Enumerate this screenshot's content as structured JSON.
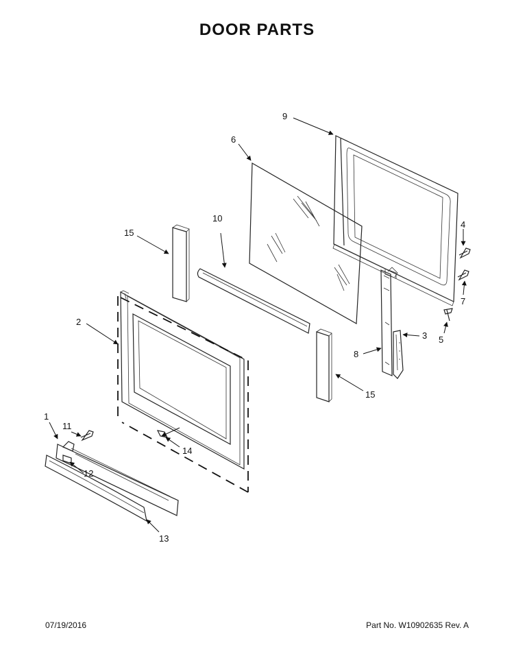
{
  "title": "DOOR PARTS",
  "footer": {
    "date": "07/19/2016",
    "part_no": "Part No.  W10902635  Rev.  A"
  },
  "callouts": {
    "c1": "1",
    "c2": "2",
    "c3": "3",
    "c4": "4",
    "c5": "5",
    "c6": "6",
    "c7": "7",
    "c8": "8",
    "c9": "9",
    "c10": "10",
    "c11": "11",
    "c12": "12",
    "c13": "13",
    "c14": "14",
    "c15a": "15",
    "c15b": "15"
  }
}
